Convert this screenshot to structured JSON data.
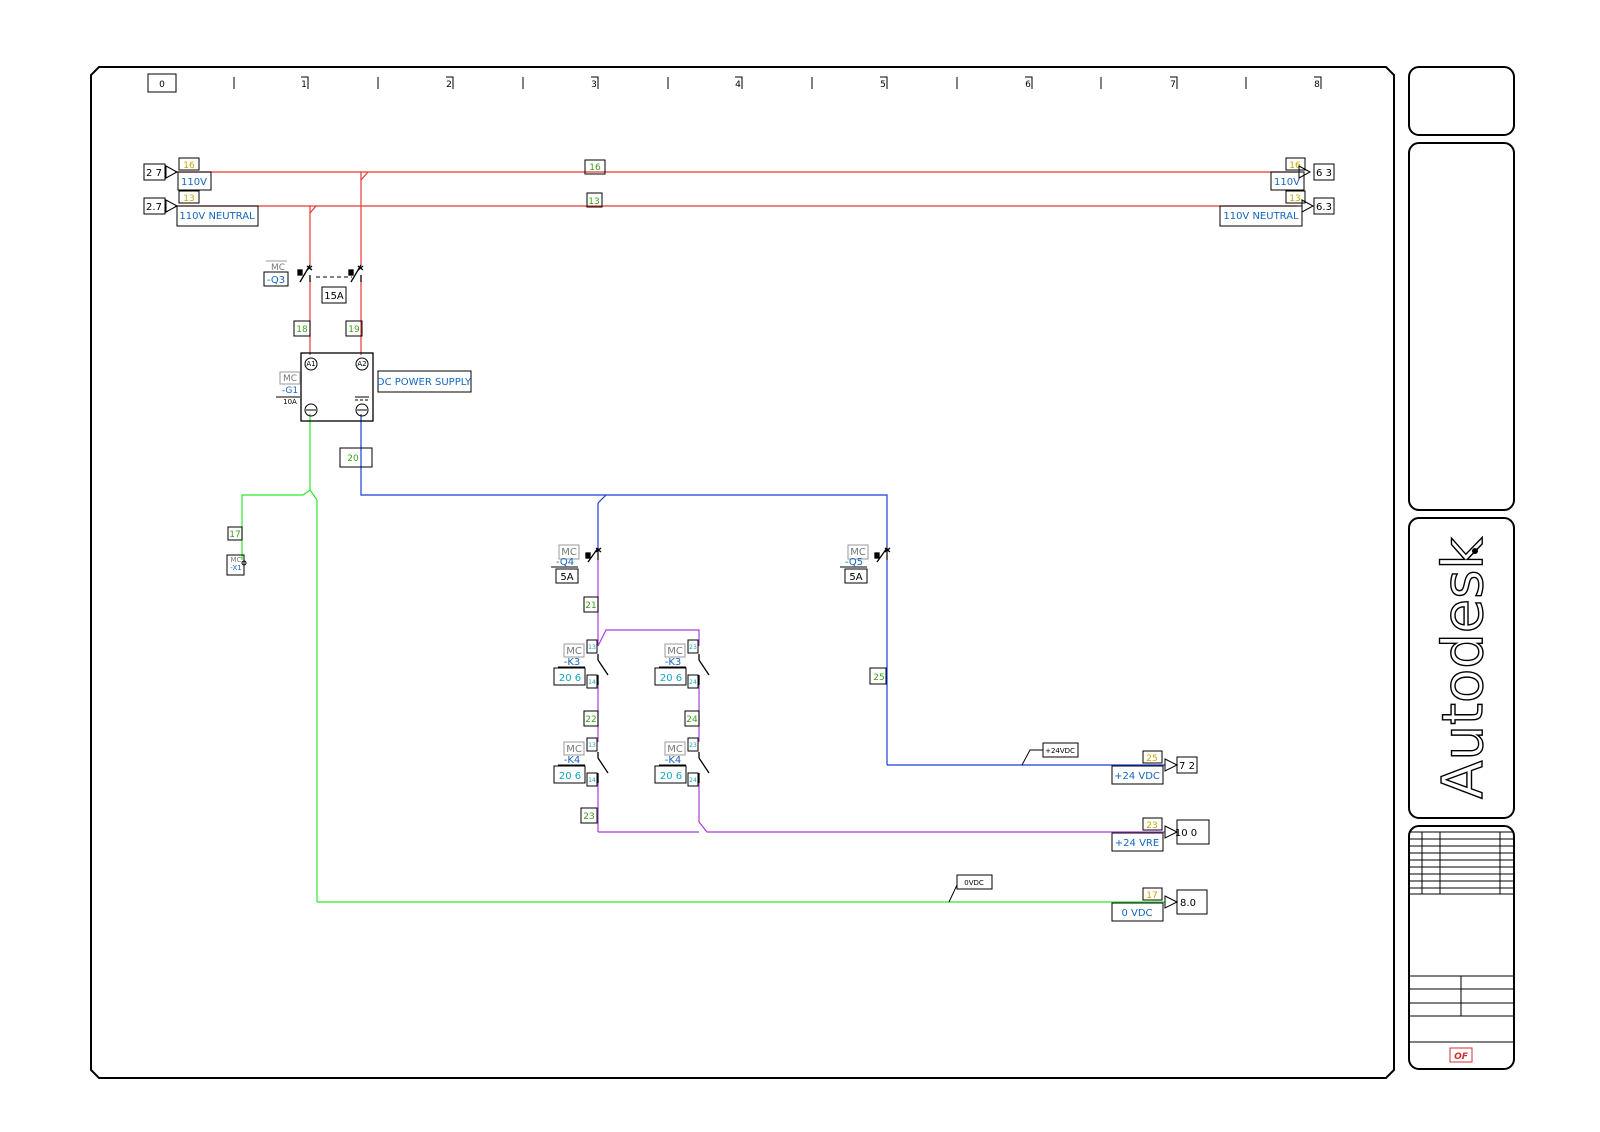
{
  "ruler": [
    "0",
    "1",
    "2",
    "3",
    "4",
    "5",
    "6",
    "7",
    "8"
  ],
  "colors": {
    "red": "#e53935",
    "blue": "#1a3fd4",
    "green": "#2ee62e",
    "purple": "#a83fd9",
    "frame": "#000000"
  },
  "rails": {
    "line_110v": {
      "left_ref": "2 7",
      "right_ref": "6 3",
      "wire": "16",
      "name": "110V"
    },
    "line_neutral": {
      "left_ref": "2.7",
      "right_ref": "6.3",
      "wire": "13",
      "name": "110V NEUTRAL"
    }
  },
  "breaker_q3": {
    "mc": "MC",
    "tag": "-Q3",
    "rating": "15A"
  },
  "wires": {
    "w18": "18",
    "w19": "19",
    "w20": "20",
    "w17a": "17",
    "w21": "21",
    "w22": "22",
    "w24": "24",
    "w23": "23",
    "w25": "25"
  },
  "power_supply": {
    "mc": "MC",
    "tag": "-G1",
    "rating": "10A",
    "label": "DC POWER SUPPLY",
    "term1": "A1",
    "term2": "A2"
  },
  "ground_symbol": {
    "mc": "MC",
    "tag": "-X1"
  },
  "breaker_q4": {
    "mc": "MC",
    "tag": "-Q4",
    "rating": "5A"
  },
  "breaker_q5": {
    "mc": "MC",
    "tag": "-Q5",
    "rating": "5A"
  },
  "contacts": [
    {
      "mc": "MC",
      "tag": "-K3",
      "ref": "20 6",
      "pin_top": "13",
      "pin_bottom": "14"
    },
    {
      "mc": "MC",
      "tag": "-K3",
      "ref": "20 6",
      "pin_top": "23",
      "pin_bottom": "24"
    },
    {
      "mc": "MC",
      "tag": "-K4",
      "ref": "20 6",
      "pin_top": "13",
      "pin_bottom": "14"
    },
    {
      "mc": "MC",
      "tag": "-K4",
      "ref": "20 6",
      "pin_top": "23",
      "pin_bottom": "24"
    }
  ],
  "outputs": {
    "vdc24": {
      "wire": "25",
      "name": "+24 VDC",
      "ref": "7 2",
      "tag": "+24VDC"
    },
    "vref": {
      "wire": "23",
      "name": "+24 VRE",
      "ref": "10 0"
    },
    "vdc0": {
      "wire": "17",
      "name": "0 VDC",
      "ref": "8.0",
      "tag": "0VDC"
    }
  },
  "title_block": {
    "brand": "Autodesk",
    "stamp": "OF"
  }
}
